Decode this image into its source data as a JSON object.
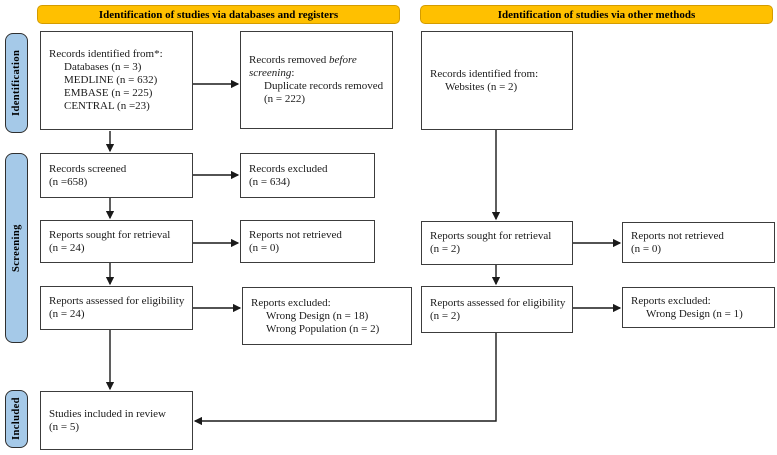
{
  "banners": {
    "databases": "Identification of studies via databases and registers",
    "other": "Identification of studies via other methods"
  },
  "sidebar": {
    "identification": "Identification",
    "screening": "Screening",
    "included": "Included"
  },
  "colors": {
    "banner_fill": "#FFC000",
    "banner_border": "#D49C00",
    "sidebar_fill": "#A5C9E8",
    "box_border": "#3C3C3C",
    "arrow": "#1A1A1A"
  },
  "boxes": {
    "records_identified_db": {
      "title": "Records identified from*:",
      "items": [
        "Databases (n = 3)",
        "MEDLINE (n = 632)",
        "EMBASE (n = 225)",
        "CENTRAL (n =23)"
      ]
    },
    "records_removed": {
      "line1_normal": "Records removed ",
      "line1_italic": "before",
      "line2_italic": "screening",
      "line2_normal": ":",
      "items": [
        "Duplicate records removed",
        "(n = 222)"
      ]
    },
    "records_identified_other": {
      "title": "Records identified from:",
      "items": [
        "Websites (n = 2)"
      ]
    },
    "records_screened": {
      "line1": "Records screened",
      "line2": "(n =658)"
    },
    "records_excluded": {
      "line1": "Records excluded",
      "line2": "(n = 634)"
    },
    "reports_sought_db": {
      "line1": "Reports sought for retrieval",
      "line2": "(n = 24)"
    },
    "reports_not_retrieved_db": {
      "line1": "Reports not retrieved",
      "line2": "(n = 0)"
    },
    "reports_assessed_db": {
      "line1": "Reports assessed for eligibility",
      "line2": "(n = 24)"
    },
    "reports_excluded_db": {
      "title": "Reports excluded:",
      "items": [
        "Wrong Design (n = 18)",
        "Wrong Population (n = 2)"
      ]
    },
    "reports_sought_other": {
      "line1": "Reports sought for retrieval",
      "line2": "(n = 2)"
    },
    "reports_not_retrieved_other": {
      "line1": "Reports not retrieved",
      "line2": "(n = 0)"
    },
    "reports_assessed_other": {
      "line1": "Reports assessed for eligibility",
      "line2": "(n = 2)"
    },
    "reports_excluded_other": {
      "title": "Reports excluded:",
      "items": [
        "Wrong Design (n = 1)"
      ]
    },
    "studies_included": {
      "line1": "Studies included in review",
      "line2": "(n = 5)"
    }
  }
}
